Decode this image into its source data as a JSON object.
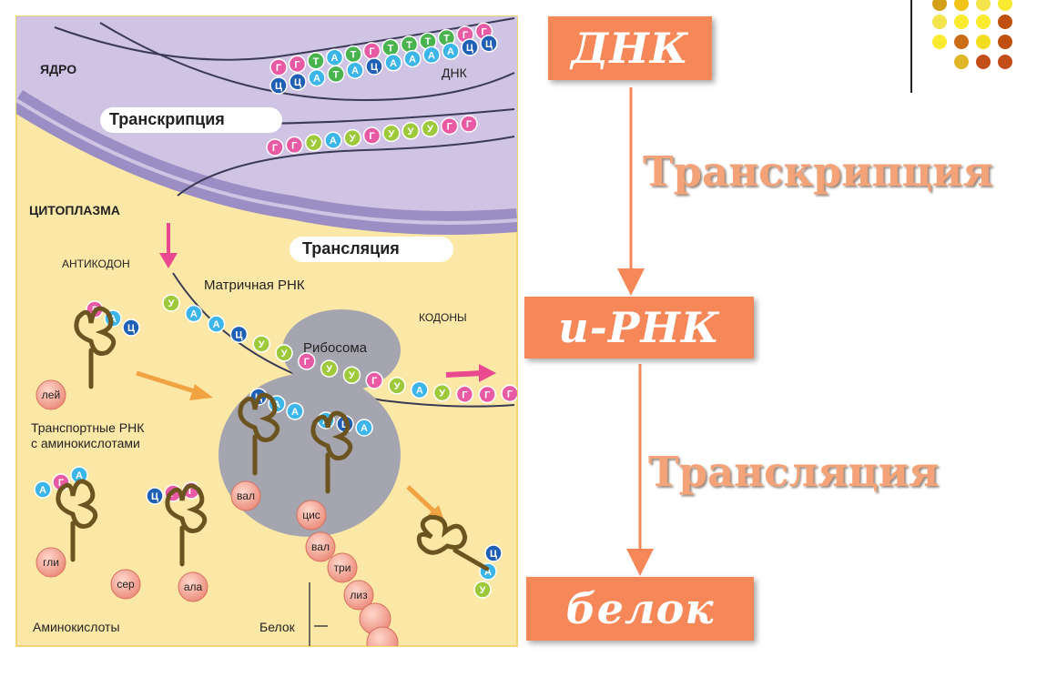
{
  "diagram": {
    "labels": {
      "nucleus": "ЯДРО",
      "dna": "ДНК",
      "transcription": "Транскрипция",
      "cytoplasm": "ЦИТОПЛАЗМА",
      "translation": "Трансляция",
      "anticodon": "АНТИКОДОН",
      "mrna": "Матричная РНК",
      "codons": "КОДОНЫ",
      "ribosome": "Рибосома",
      "trna": "Транспортные РНК\nс аминокислотами",
      "amino_acids": "Аминокислоты",
      "protein": "Белок"
    },
    "dna_strand_top": [
      "Г",
      "Г",
      "Т",
      "А",
      "Т",
      "Г",
      "Т",
      "Т",
      "Т",
      "Т",
      "Г",
      "Г"
    ],
    "dna_strand_bottom": [
      "Ц",
      "Ц",
      "А",
      "Т",
      "А",
      "Ц",
      "А",
      "А",
      "А",
      "А",
      "Ц",
      "Ц"
    ],
    "rna_in_nucleus": [
      "Г",
      "Г",
      "У",
      "А",
      "У",
      "Г",
      "У",
      "У",
      "У",
      "Г",
      "Г"
    ],
    "mrna_chain": [
      "У",
      "А",
      "А",
      "Ц",
      "У",
      "У",
      "Г",
      "У",
      "У",
      "Г",
      "У",
      "А",
      "У",
      "Г",
      "Г",
      "Г"
    ],
    "tRNA_bound_1": [
      "Ц",
      "А",
      "А"
    ],
    "tRNA_bound_2": [
      "А",
      "Ц",
      "А"
    ],
    "tRNA_anticodon_lei": [
      "Г",
      "А",
      "Ц"
    ],
    "tRNA_gli": [
      "А",
      "Г",
      "А"
    ],
    "tRNA_ala": [
      "Ц",
      "Г",
      "Г"
    ],
    "tRNA_leaving": [
      "Ц",
      "А",
      "У"
    ],
    "amino": {
      "lei": "лей",
      "val": "вал",
      "cis": "цис",
      "val2": "вал",
      "tri": "три",
      "liz": "лиз",
      "gli": "гли",
      "ser": "сер",
      "ala": "ала"
    },
    "nucleotide_colors": {
      "А": "#3cb6e8",
      "Г": "#e85aa4",
      "Ц": "#1f60b5",
      "Т": "#49b34d",
      "У": "#9ec93a"
    }
  },
  "flow": {
    "dna": "ДНК",
    "transcription": "Транскрипция",
    "mrna": "и-РНК",
    "translation": "Трансляция",
    "protein": "белок"
  },
  "decor_dot_colors": [
    "#d4a017",
    "#f2c318",
    "#f4e34a",
    "#f7ea2f",
    "#cc6d1a",
    "#f2dd1e",
    "#e0b628",
    "#c24f19",
    "#c0500f"
  ]
}
